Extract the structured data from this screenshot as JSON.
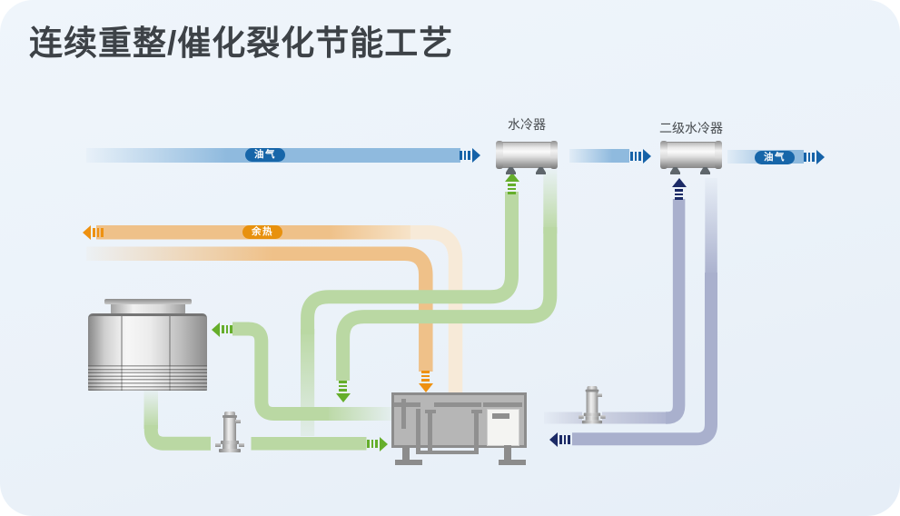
{
  "page": {
    "title": "连续重整/催化裂化节能工艺",
    "background_color": "#ebf2f9"
  },
  "equipment": {
    "cooler1_label": "水冷器",
    "cooler2_label": "二级水冷器"
  },
  "flows": {
    "oil_gas": {
      "label": "油气",
      "pipe_color": "#93bde0",
      "badge_color": "#1766a9",
      "arrow_color": "#1562a8"
    },
    "waste_heat": {
      "label": "余热",
      "pipe_color": "#efc189",
      "badge_color": "#e8910e",
      "arrow_color": "#ee9111"
    },
    "cooling_water": {
      "pipe_color": "#bad8a3",
      "arrow_color": "#65ae2b"
    },
    "secondary_cooling_water": {
      "pipe_color": "#a9b0cd",
      "arrow_color": "#1b2a66"
    }
  }
}
